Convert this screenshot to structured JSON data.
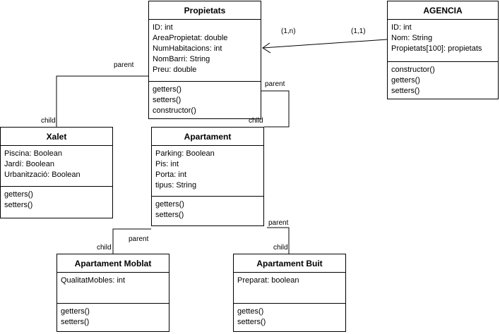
{
  "classes": {
    "propietats": {
      "name": "Propietats",
      "attributes": [
        "ID: int",
        "AreaPropietat: double",
        "NumHabitacions: int",
        "NomBarri: String",
        "Preu: double"
      ],
      "methods": [
        "getters()",
        "setters()",
        "constructor()"
      ]
    },
    "agencia": {
      "name": "AGENCIA",
      "attributes": [
        "ID: int",
        "Nom: String",
        "Propietats[100]: propietats"
      ],
      "methods": [
        "constructor()",
        "getters()",
        "setters()"
      ]
    },
    "xalet": {
      "name": "Xalet",
      "attributes": [
        "Piscina: Boolean",
        "Jardí: Boolean",
        "Urbanització: Boolean"
      ],
      "methods": [
        "getters()",
        "setters()"
      ]
    },
    "apartament": {
      "name": "Apartament",
      "attributes": [
        "Parking: Boolean",
        "Pis: int",
        "Porta: int",
        "tipus: String"
      ],
      "methods": [
        "getters()",
        "setters()"
      ]
    },
    "moblat": {
      "name": "Apartament Moblat",
      "attributes": [
        "QualitatMobles: int"
      ],
      "methods": [
        "getters()",
        "setters()"
      ]
    },
    "buit": {
      "name": "Apartament Buit",
      "attributes": [
        "Preparat: boolean"
      ],
      "methods": [
        "gettes()",
        "setters()"
      ]
    }
  },
  "labels": {
    "mult_left": "(1,n)",
    "mult_right": "(1,1)",
    "parent_xalet": "parent",
    "child_xalet": "child",
    "parent_apartament": "parent",
    "child_apartament": "child",
    "parent_moblat": "parent",
    "child_moblat": "child",
    "parent_buit": "parent",
    "child_buit": "child"
  }
}
